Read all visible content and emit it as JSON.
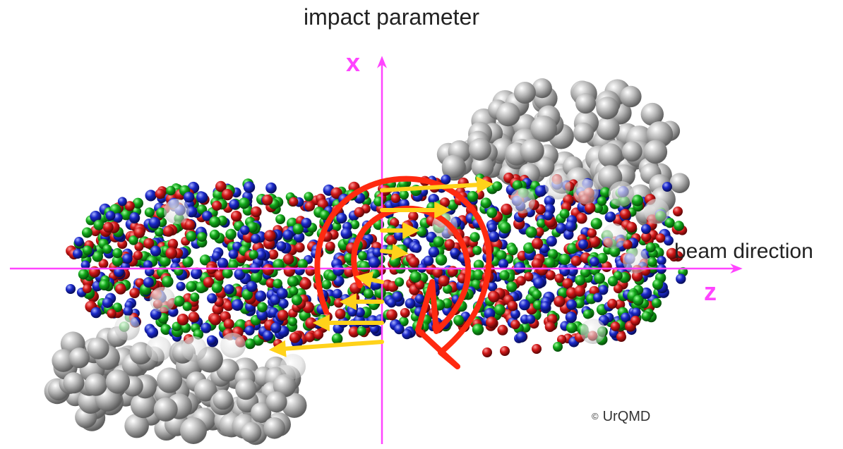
{
  "title": "impact parameter",
  "axis_x_label": "x",
  "axis_z_label": "z",
  "beam_label": "beam direction",
  "credit": "UrQMD",
  "credit_symbol": "©",
  "colors": {
    "axis": "#ff44ff",
    "vortex": "#ff2a10",
    "flow_arrow": "#ffd21a",
    "nucleon_red": "#d01818",
    "nucleon_green": "#12a81a",
    "nucleon_blue": "#1a28c8",
    "spectator": "#a6a6a6"
  },
  "icons": [
    "rotation-arrow-icon",
    "flow-arrow-icon"
  ]
}
